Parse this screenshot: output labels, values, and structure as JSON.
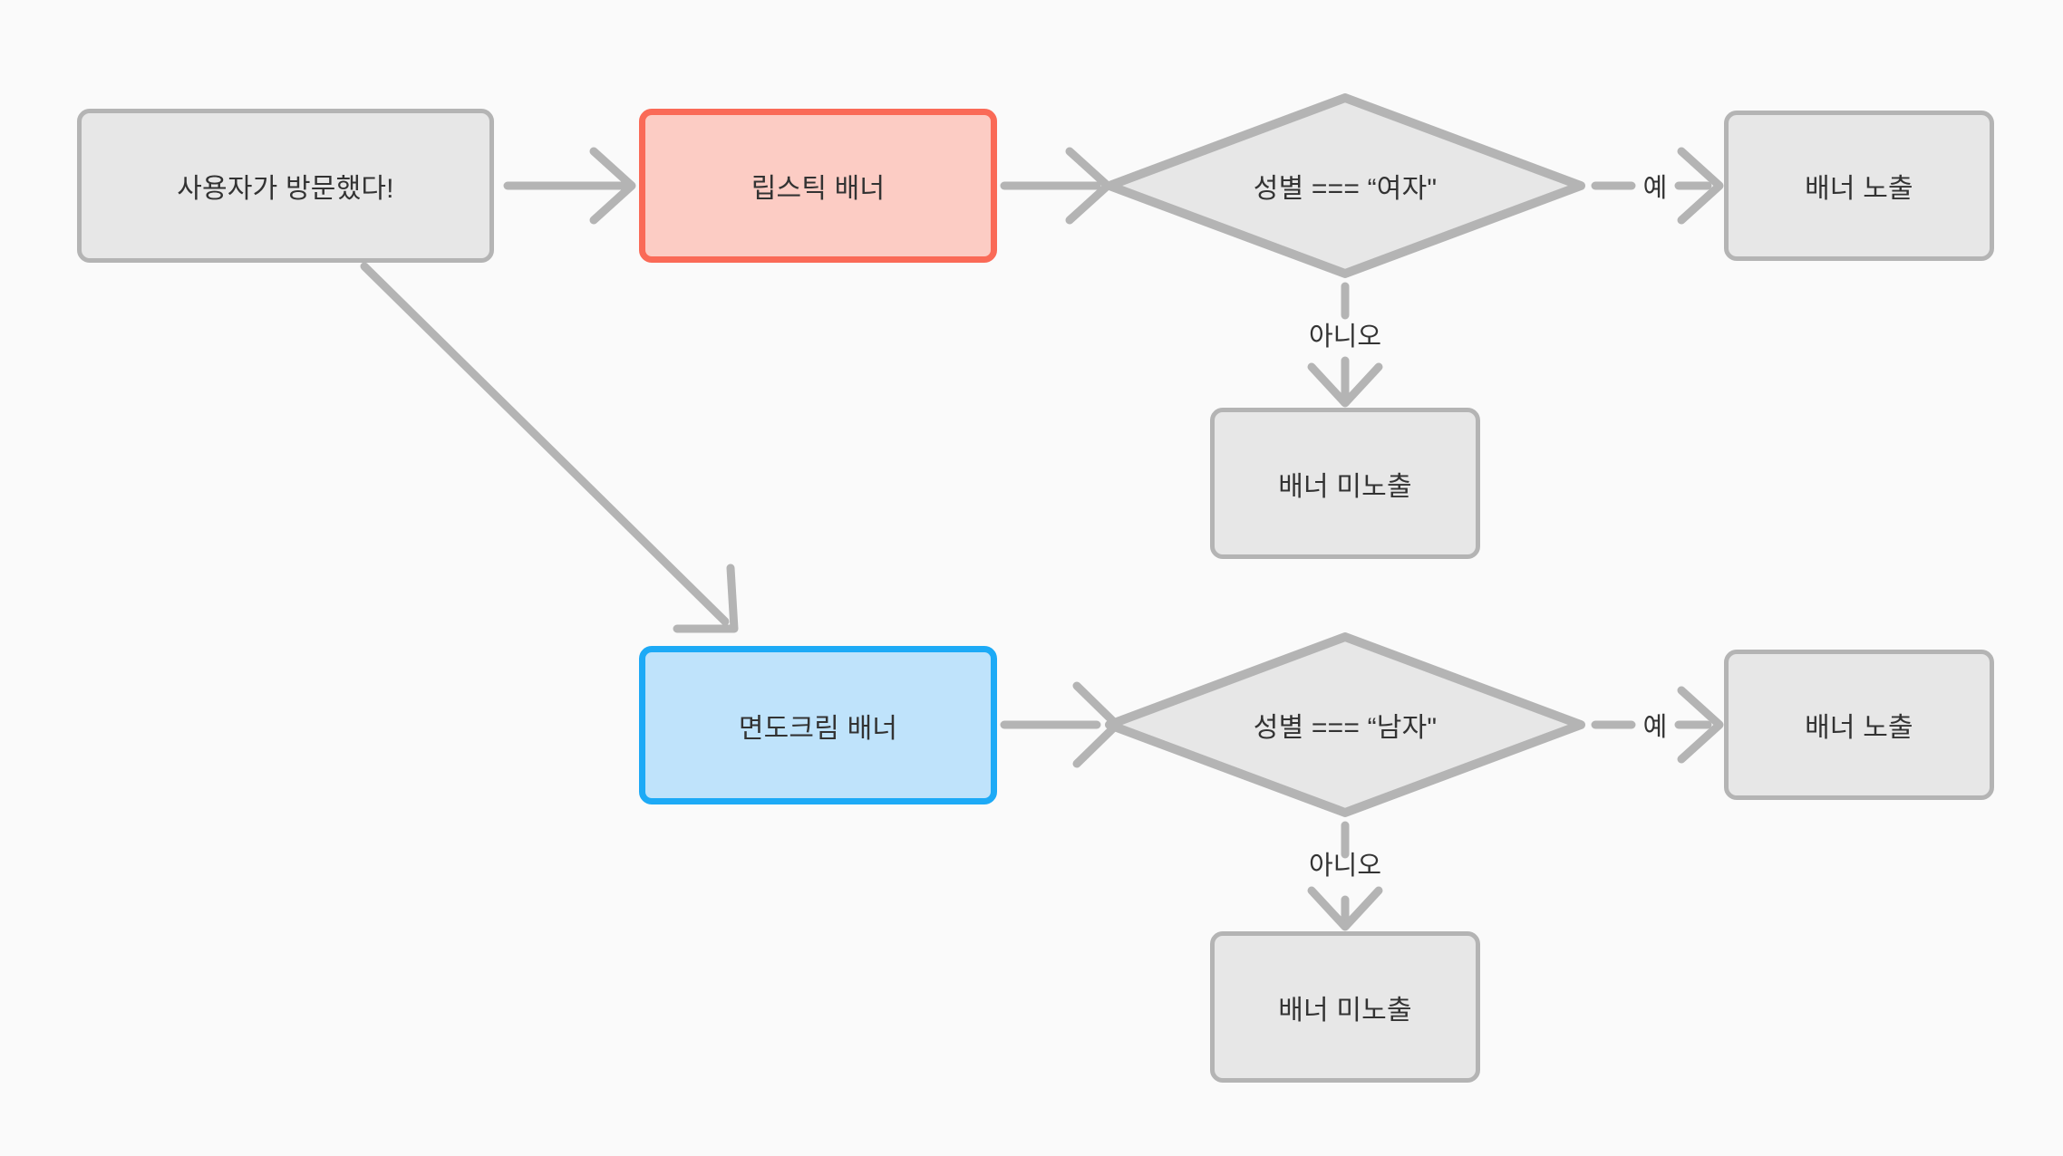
{
  "diagram": {
    "title": "banner-targeting-flowchart",
    "background_color": "#fafafa",
    "edge_color": "#b4b4b4",
    "text_color": "#333333",
    "nodes": {
      "start": {
        "label": "사용자가 방문했다!",
        "shape": "rectangle",
        "fill": "#e7e7e7",
        "stroke": "#b4b4b4"
      },
      "lipstick_banner": {
        "label": "립스틱 배너",
        "shape": "rectangle",
        "fill": "#fcccc4",
        "stroke": "#fa6a57"
      },
      "shaving_cream_banner": {
        "label": "면도크림 배너",
        "shape": "rectangle",
        "fill": "#bfe3fb",
        "stroke": "#1daaf6"
      },
      "condition_female": {
        "label": "성별 === “여자\"",
        "shape": "diamond",
        "fill": "#e7e7e7",
        "stroke": "#b4b4b4"
      },
      "condition_male": {
        "label": "성별 === “남자\"",
        "shape": "diamond",
        "fill": "#e7e7e7",
        "stroke": "#b4b4b4"
      },
      "show_banner_female": {
        "label": "배너 노출",
        "shape": "rectangle",
        "fill": "#e7e7e7",
        "stroke": "#b4b4b4"
      },
      "hide_banner_female": {
        "label": "배너 미노출",
        "shape": "rectangle",
        "fill": "#e7e7e7",
        "stroke": "#b4b4b4"
      },
      "show_banner_male": {
        "label": "배너 노출",
        "shape": "rectangle",
        "fill": "#e7e7e7",
        "stroke": "#b4b4b4"
      },
      "hide_banner_male": {
        "label": "배너 미노출",
        "shape": "rectangle",
        "fill": "#e7e7e7",
        "stroke": "#b4b4b4"
      }
    },
    "edge_labels": {
      "female_yes": "예",
      "female_no": "아니오",
      "male_yes": "예",
      "male_no": "아니오"
    }
  }
}
